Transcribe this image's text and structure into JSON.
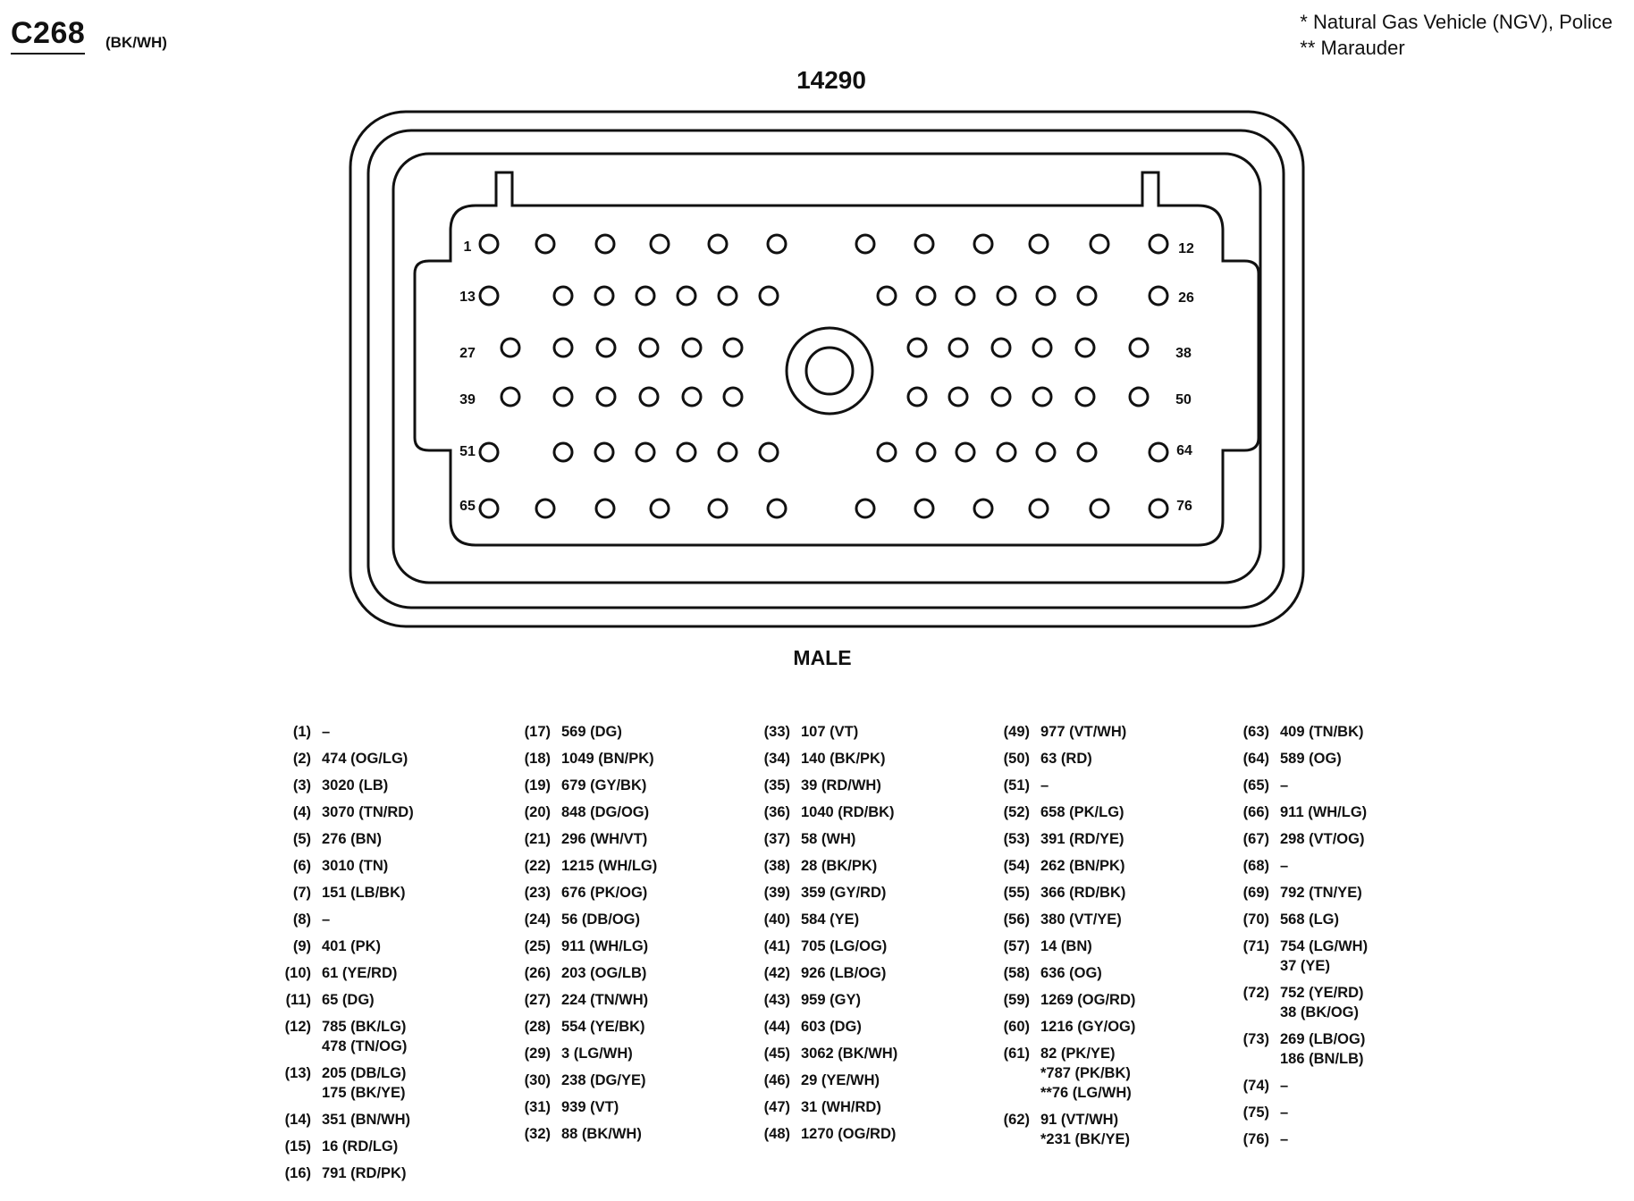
{
  "header": {
    "connector_id": "C268",
    "connector_color": "(BK/WH)",
    "notes": [
      "* Natural Gas Vehicle (NGV), Police",
      "** Marauder"
    ]
  },
  "part_number": "14290",
  "gender": "MALE",
  "face_labels": [
    {
      "pin": "1",
      "text": "1"
    },
    {
      "pin": "12",
      "text": "12"
    },
    {
      "pin": "13",
      "text": "13"
    },
    {
      "pin": "26",
      "text": "26"
    },
    {
      "pin": "27",
      "text": "27"
    },
    {
      "pin": "38",
      "text": "38"
    },
    {
      "pin": "39",
      "text": "39"
    },
    {
      "pin": "50",
      "text": "50"
    },
    {
      "pin": "51",
      "text": "51"
    },
    {
      "pin": "64",
      "text": "64"
    },
    {
      "pin": "65",
      "text": "65"
    },
    {
      "pin": "76",
      "text": "76"
    }
  ],
  "pinout_columns": [
    [
      {
        "num": "(1)",
        "vals": [
          "–"
        ]
      },
      {
        "num": "(2)",
        "vals": [
          "474 (OG/LG)"
        ]
      },
      {
        "num": "(3)",
        "vals": [
          "3020 (LB)"
        ]
      },
      {
        "num": "(4)",
        "vals": [
          "3070 (TN/RD)"
        ]
      },
      {
        "num": "(5)",
        "vals": [
          "276 (BN)"
        ]
      },
      {
        "num": "(6)",
        "vals": [
          "3010 (TN)"
        ]
      },
      {
        "num": "(7)",
        "vals": [
          "151 (LB/BK)"
        ]
      },
      {
        "num": "(8)",
        "vals": [
          "–"
        ]
      },
      {
        "num": "(9)",
        "vals": [
          "401 (PK)"
        ]
      },
      {
        "num": "(10)",
        "vals": [
          "61 (YE/RD)"
        ]
      },
      {
        "num": "(11)",
        "vals": [
          "65 (DG)"
        ]
      },
      {
        "num": "(12)",
        "vals": [
          "785 (BK/LG)",
          "478 (TN/OG)"
        ]
      },
      {
        "num": "(13)",
        "vals": [
          "205 (DB/LG)",
          "175 (BK/YE)"
        ]
      },
      {
        "num": "(14)",
        "vals": [
          "351 (BN/WH)"
        ]
      },
      {
        "num": "(15)",
        "vals": [
          "16 (RD/LG)"
        ]
      },
      {
        "num": "(16)",
        "vals": [
          "791 (RD/PK)"
        ]
      }
    ],
    [
      {
        "num": "(17)",
        "vals": [
          "569 (DG)"
        ]
      },
      {
        "num": "(18)",
        "vals": [
          "1049 (BN/PK)"
        ]
      },
      {
        "num": "(19)",
        "vals": [
          "679 (GY/BK)"
        ]
      },
      {
        "num": "(20)",
        "vals": [
          "848 (DG/OG)"
        ]
      },
      {
        "num": "(21)",
        "vals": [
          "296 (WH/VT)"
        ]
      },
      {
        "num": "(22)",
        "vals": [
          "1215 (WH/LG)"
        ]
      },
      {
        "num": "(23)",
        "vals": [
          "676 (PK/OG)"
        ]
      },
      {
        "num": "(24)",
        "vals": [
          "56 (DB/OG)"
        ]
      },
      {
        "num": "(25)",
        "vals": [
          "911 (WH/LG)"
        ]
      },
      {
        "num": "(26)",
        "vals": [
          "203 (OG/LB)"
        ]
      },
      {
        "num": "(27)",
        "vals": [
          "224 (TN/WH)"
        ]
      },
      {
        "num": "(28)",
        "vals": [
          "554 (YE/BK)"
        ]
      },
      {
        "num": "(29)",
        "vals": [
          "3 (LG/WH)"
        ]
      },
      {
        "num": "(30)",
        "vals": [
          "238 (DG/YE)"
        ]
      },
      {
        "num": "(31)",
        "vals": [
          "939 (VT)"
        ]
      },
      {
        "num": "(32)",
        "vals": [
          "88 (BK/WH)"
        ]
      }
    ],
    [
      {
        "num": "(33)",
        "vals": [
          "107 (VT)"
        ]
      },
      {
        "num": "(34)",
        "vals": [
          "140 (BK/PK)"
        ]
      },
      {
        "num": "(35)",
        "vals": [
          "39 (RD/WH)"
        ]
      },
      {
        "num": "(36)",
        "vals": [
          "1040 (RD/BK)"
        ]
      },
      {
        "num": "(37)",
        "vals": [
          "58 (WH)"
        ]
      },
      {
        "num": "(38)",
        "vals": [
          "28 (BK/PK)"
        ]
      },
      {
        "num": "(39)",
        "vals": [
          "359 (GY/RD)"
        ]
      },
      {
        "num": "(40)",
        "vals": [
          "584 (YE)"
        ]
      },
      {
        "num": "(41)",
        "vals": [
          "705 (LG/OG)"
        ]
      },
      {
        "num": "(42)",
        "vals": [
          "926 (LB/OG)"
        ]
      },
      {
        "num": "(43)",
        "vals": [
          "959 (GY)"
        ]
      },
      {
        "num": "(44)",
        "vals": [
          "603 (DG)"
        ]
      },
      {
        "num": "(45)",
        "vals": [
          "3062 (BK/WH)"
        ]
      },
      {
        "num": "(46)",
        "vals": [
          "29 (YE/WH)"
        ]
      },
      {
        "num": "(47)",
        "vals": [
          "31 (WH/RD)"
        ]
      },
      {
        "num": "(48)",
        "vals": [
          "1270 (OG/RD)"
        ]
      }
    ],
    [
      {
        "num": "(49)",
        "vals": [
          "977 (VT/WH)"
        ]
      },
      {
        "num": "(50)",
        "vals": [
          "63 (RD)"
        ]
      },
      {
        "num": "(51)",
        "vals": [
          "–"
        ]
      },
      {
        "num": "(52)",
        "vals": [
          "658 (PK/LG)"
        ]
      },
      {
        "num": "(53)",
        "vals": [
          "391 (RD/YE)"
        ]
      },
      {
        "num": "(54)",
        "vals": [
          "262 (BN/PK)"
        ]
      },
      {
        "num": "(55)",
        "vals": [
          "366 (RD/BK)"
        ]
      },
      {
        "num": "(56)",
        "vals": [
          "380 (VT/YE)"
        ]
      },
      {
        "num": "(57)",
        "vals": [
          "14 (BN)"
        ]
      },
      {
        "num": "(58)",
        "vals": [
          "636 (OG)"
        ]
      },
      {
        "num": "(59)",
        "vals": [
          "1269 (OG/RD)"
        ]
      },
      {
        "num": "(60)",
        "vals": [
          "1216 (GY/OG)"
        ]
      },
      {
        "num": "(61)",
        "vals": [
          "82 (PK/YE)",
          "*787 (PK/BK)",
          "**76 (LG/WH)"
        ]
      },
      {
        "num": "(62)",
        "vals": [
          "91 (VT/WH)",
          "*231 (BK/YE)"
        ]
      }
    ],
    [
      {
        "num": "(63)",
        "vals": [
          "409 (TN/BK)"
        ]
      },
      {
        "num": "(64)",
        "vals": [
          "589 (OG)"
        ]
      },
      {
        "num": "(65)",
        "vals": [
          "–"
        ]
      },
      {
        "num": "(66)",
        "vals": [
          "911 (WH/LG)"
        ]
      },
      {
        "num": "(67)",
        "vals": [
          "298 (VT/OG)"
        ]
      },
      {
        "num": "(68)",
        "vals": [
          "–"
        ]
      },
      {
        "num": "(69)",
        "vals": [
          "792 (TN/YE)"
        ]
      },
      {
        "num": "(70)",
        "vals": [
          "568 (LG)"
        ]
      },
      {
        "num": "(71)",
        "vals": [
          "754 (LG/WH)",
          "37 (YE)"
        ]
      },
      {
        "num": "(72)",
        "vals": [
          "752 (YE/RD)",
          "38 (BK/OG)"
        ]
      },
      {
        "num": "(73)",
        "vals": [
          "269 (LB/OG)",
          "186 (BN/LB)"
        ]
      },
      {
        "num": "(74)",
        "vals": [
          "–"
        ]
      },
      {
        "num": "(75)",
        "vals": [
          "–"
        ]
      },
      {
        "num": "(76)",
        "vals": [
          "–"
        ]
      }
    ]
  ]
}
